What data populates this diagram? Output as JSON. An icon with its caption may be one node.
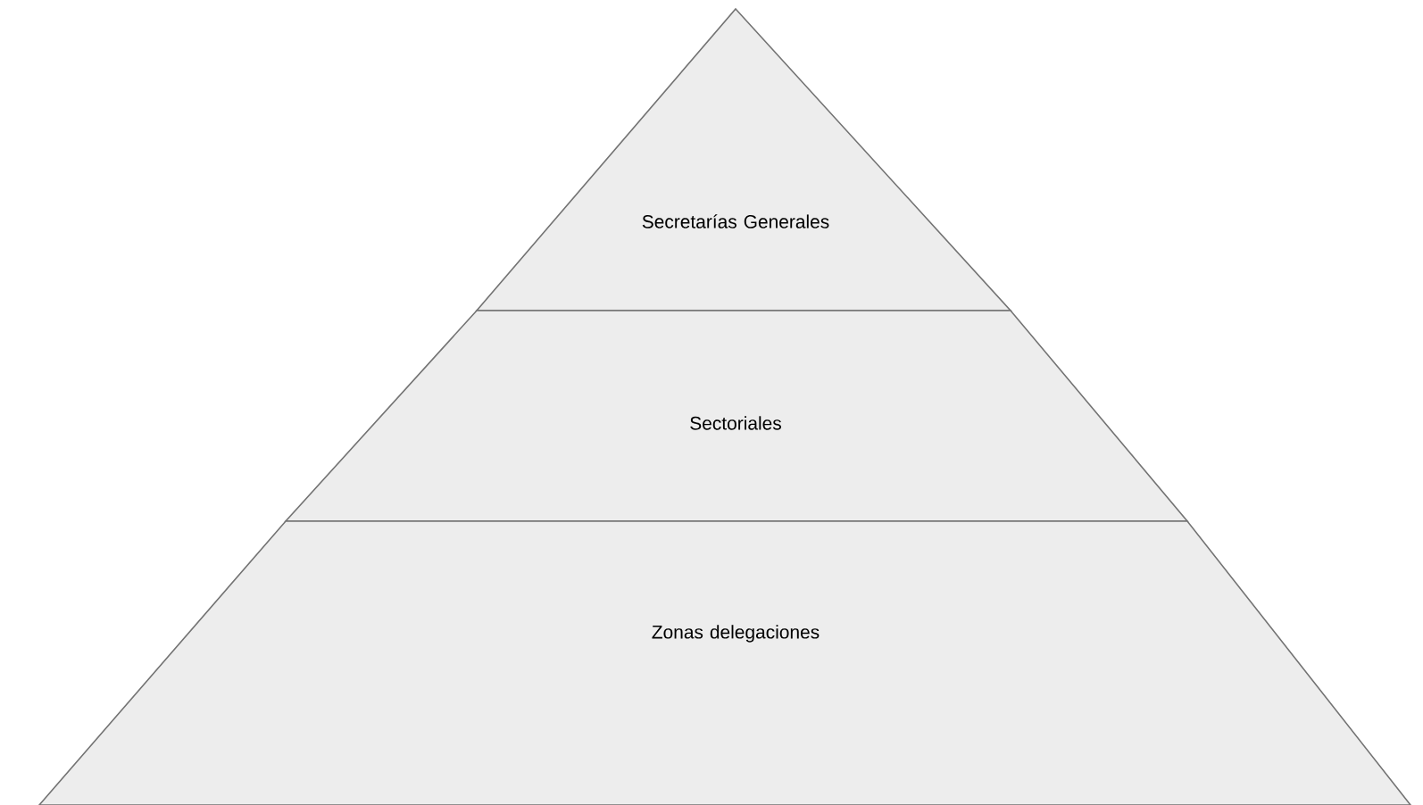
{
  "diagram": {
    "nodes": [
      {
        "text": [
          "Secretarías Generales"
        ]
      },
      {
        "text": [
          "Sectoriales"
        ]
      },
      {
        "text": [
          "Zonas delegaciones"
        ]
      }
    ]
  }
}
